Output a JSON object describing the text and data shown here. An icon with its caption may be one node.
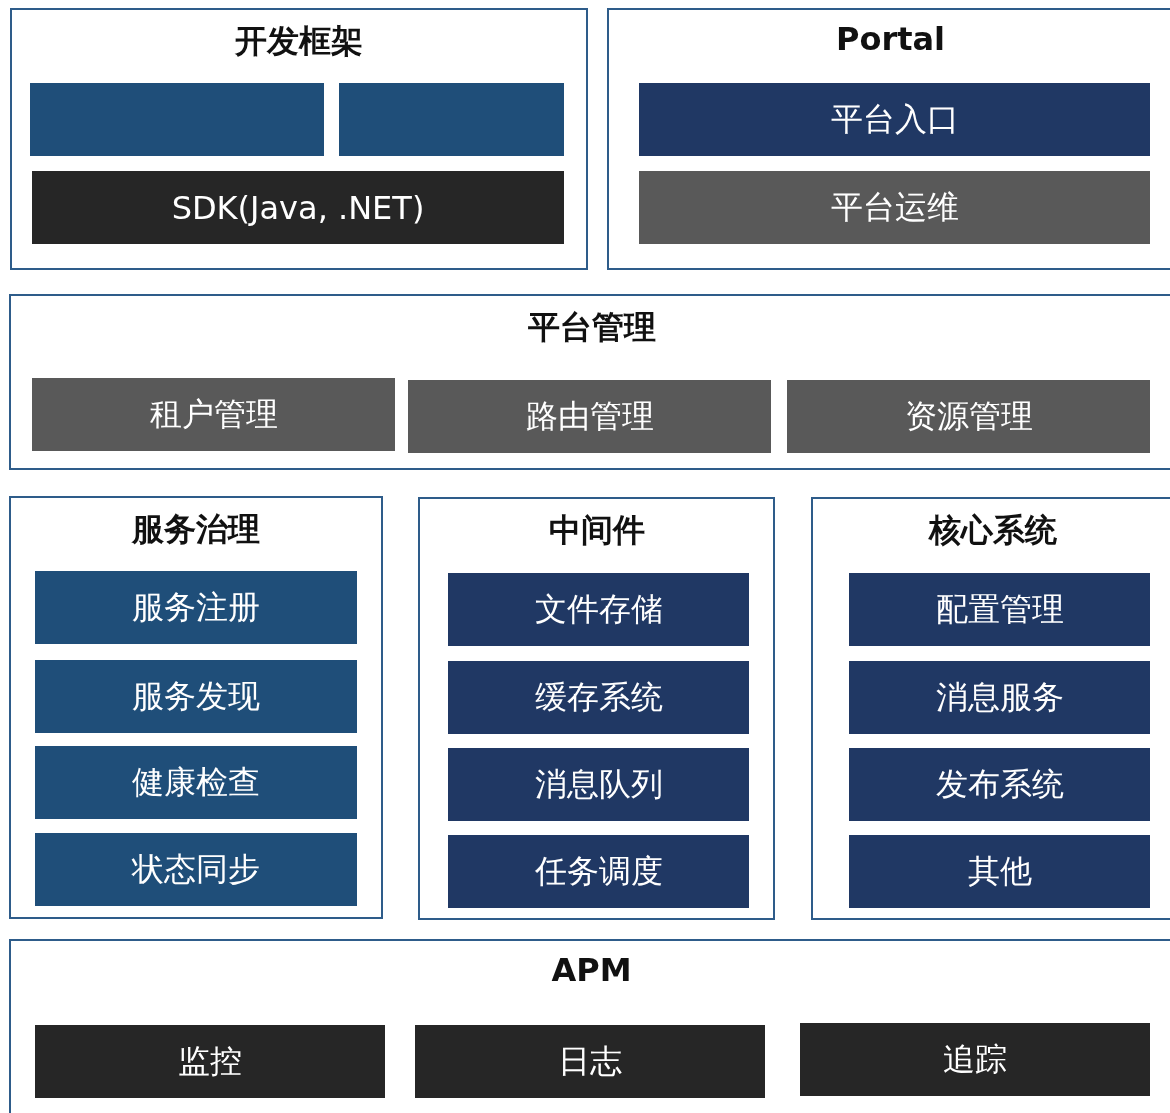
{
  "diagram": {
    "nodes": [
      {
        "text": [
          "开发框架"
        ]
      },
      {
        "text": [],
        "shape": "box",
        "in": 0
      },
      {
        "text": [],
        "shape": "box",
        "in": 0
      },
      {
        "text": [
          "SDK(Java, .NET)"
        ],
        "in": 0
      },
      {
        "text": [
          "Portal"
        ]
      },
      {
        "text": [
          "平台入口"
        ],
        "in": 4
      },
      {
        "text": [
          "平台运维"
        ],
        "in": 4
      },
      {
        "text": [
          "平台管理"
        ]
      },
      {
        "text": [
          "租户管理"
        ],
        "in": 7
      },
      {
        "text": [
          "路由管理"
        ],
        "in": 7
      },
      {
        "text": [
          "资源管理"
        ],
        "in": 7
      },
      {
        "text": [
          "服务治理"
        ]
      },
      {
        "text": [
          "服务注册"
        ],
        "in": 11
      },
      {
        "text": [
          "服务发现"
        ],
        "in": 11
      },
      {
        "text": [
          "健康检查"
        ],
        "in": 11
      },
      {
        "text": [
          "状态同步"
        ],
        "in": 11
      },
      {
        "text": [
          "中间件"
        ]
      },
      {
        "text": [
          "文件存储"
        ],
        "in": 16
      },
      {
        "text": [
          "缓存系统"
        ],
        "in": 16
      },
      {
        "text": [
          "消息队列"
        ],
        "in": 16
      },
      {
        "text": [
          "任务调度"
        ],
        "in": 16
      },
      {
        "text": [
          "核心系统"
        ]
      },
      {
        "text": [
          "配置管理"
        ],
        "in": 21
      },
      {
        "text": [
          "消息服务"
        ],
        "in": 21
      },
      {
        "text": [
          "发布系统"
        ],
        "in": 21
      },
      {
        "text": [
          "其他"
        ],
        "in": 21
      },
      {
        "text": [
          "APM"
        ]
      },
      {
        "text": [
          "监控"
        ],
        "in": 26
      },
      {
        "text": [
          "日志"
        ],
        "in": 26
      },
      {
        "text": [
          "追踪"
        ],
        "in": 26
      }
    ]
  }
}
